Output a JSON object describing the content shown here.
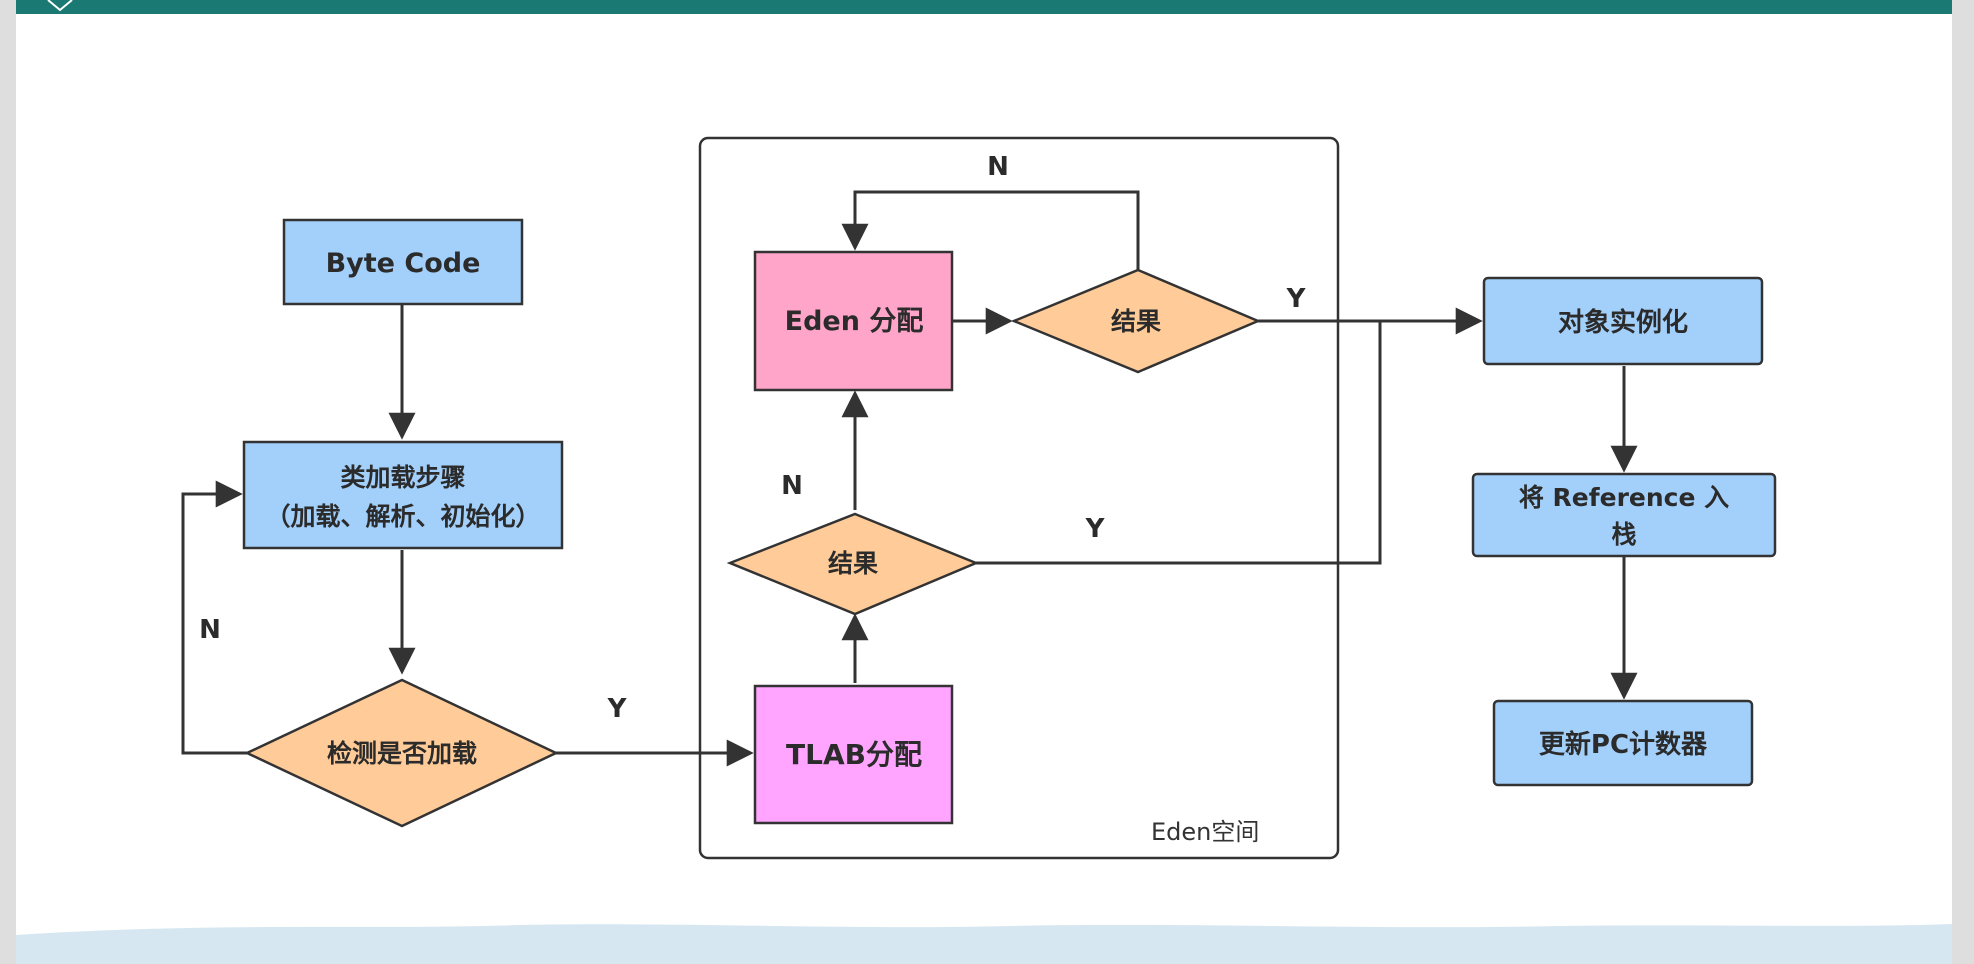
{
  "diagram": {
    "group": {
      "label": "Eden空间"
    },
    "nodes": {
      "byte_code": {
        "label": "Byte Code"
      },
      "class_load_line1": {
        "label": "类加载步骤"
      },
      "class_load_line2": {
        "label": "（加载、解析、初始化）"
      },
      "check_loaded": {
        "label": "检测是否加载"
      },
      "tlab_alloc": {
        "label": "TLAB分配"
      },
      "result_lower": {
        "label": "结果"
      },
      "eden_alloc": {
        "label": "Eden 分配"
      },
      "result_upper": {
        "label": "结果"
      },
      "instantiate": {
        "label": "对象实例化"
      },
      "push_ref_line1": {
        "label": "将 Reference 入"
      },
      "push_ref_line2": {
        "label": "栈"
      },
      "update_pc": {
        "label": "更新PC计数器"
      }
    },
    "edge_labels": {
      "check_no": "N",
      "check_yes": "Y",
      "lower_no": "N",
      "lower_yes": "Y",
      "upper_no": "N",
      "upper_yes": "Y"
    }
  },
  "colors": {
    "blue_node": "#a3d0fb",
    "orange_decision": "#ffcc99",
    "pink_eden": "#ffa5c9",
    "magenta_tlab": "#ffa5ff",
    "top_bar": "#1a7a73",
    "stroke": "#333333"
  }
}
